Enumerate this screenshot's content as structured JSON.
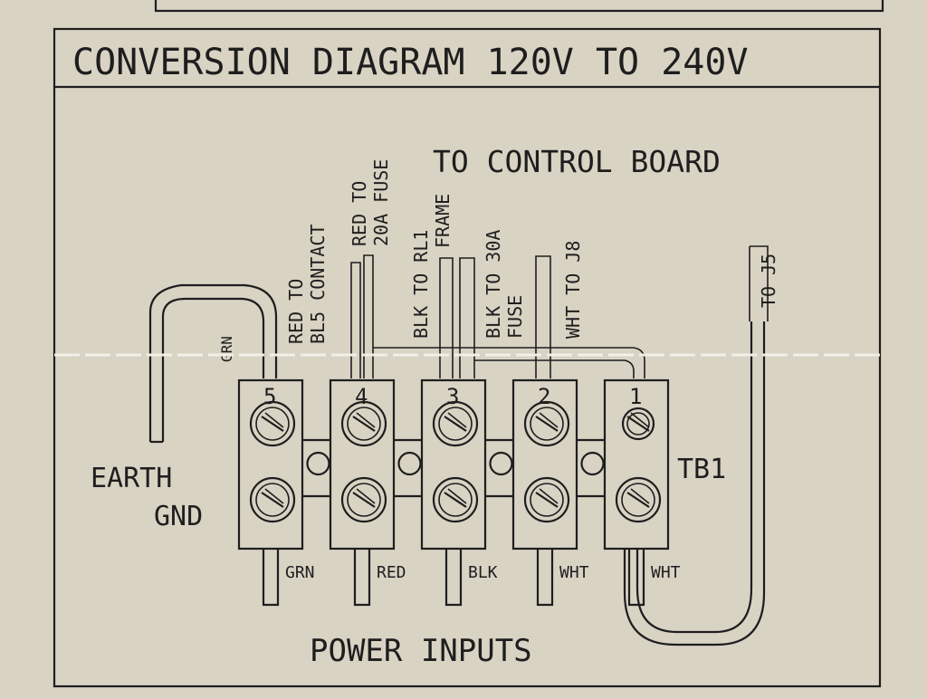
{
  "title": "CONVERSION DIAGRAM 120V TO 240V",
  "to_control_board": "TO CONTROL BOARD",
  "earth_gnd": [
    "EARTH",
    "GND"
  ],
  "tb1_label": "TB1",
  "power_inputs": "POWER INPUTS",
  "terminals": [
    {
      "number": "5",
      "bottom_wire": "GRN"
    },
    {
      "number": "4",
      "bottom_wire": "RED"
    },
    {
      "number": "3",
      "bottom_wire": "BLK"
    },
    {
      "number": "2",
      "bottom_wire": "WHT"
    },
    {
      "number": "1",
      "bottom_wire": "WHT"
    }
  ],
  "top_labels": {
    "grn": "GRN",
    "red_bl5": [
      "RED TO",
      "BL5 CONTACT"
    ],
    "red_fuse": [
      "RED TO",
      "20A FUSE"
    ],
    "blk_rl1": [
      "BLK TO RL1",
      "FRAME"
    ],
    "blk_fuse": [
      "BLK TO 30A",
      "FUSE"
    ],
    "wht_j8": "WHT TO J8",
    "to_j5": "TO J5"
  },
  "colors": {
    "ink": "#1e1e1e",
    "paper": "#d9d3c4"
  }
}
